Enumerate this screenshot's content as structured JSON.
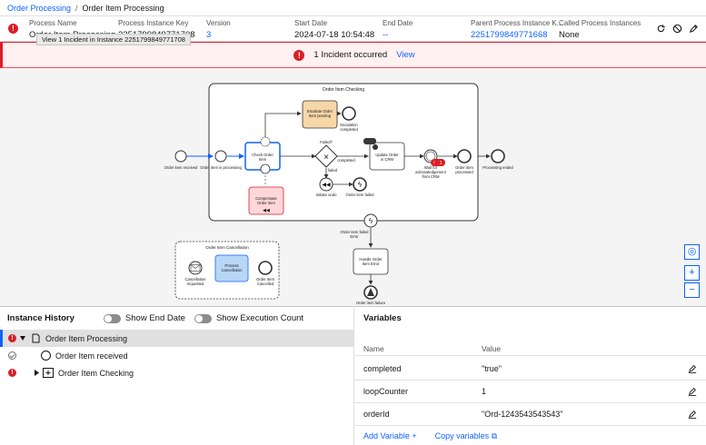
{
  "breadcrumb": {
    "root": "Order Processing",
    "current": "Order Item Processing"
  },
  "header": {
    "columns": [
      {
        "label": "Process Name",
        "value": "Order Item Processing",
        "link": false
      },
      {
        "label": "Process Instance Key",
        "value": "2251799849771708",
        "link": false
      },
      {
        "label": "Version",
        "value": "3",
        "link": true
      },
      {
        "label": "Start Date",
        "value": "2024-07-18 10:54:48",
        "link": false
      },
      {
        "label": "End Date",
        "value": "--",
        "link": false
      },
      {
        "label": "Parent Process Instance K...",
        "value": "2251799849771668",
        "link": true
      },
      {
        "label": "Called Process Instances",
        "value": "None",
        "link": false
      }
    ],
    "tooltip": "View 1 Incident in Instance 2251799849771708",
    "icons": [
      "retry-icon",
      "cancel-icon",
      "modify-icon"
    ]
  },
  "banner": {
    "text": "1 Incident occurred",
    "view": "View"
  },
  "diagram": {
    "labels": {
      "subprocess": "Order Item Checking",
      "received": "Order item received",
      "inprocess": "Order item in processing",
      "check1": "Check Order",
      "check2": "Item",
      "escalate1": "Escalate Order",
      "escalate2": "Item pending",
      "esc_done1": "Escalation",
      "esc_done2": "completed",
      "failed_q": "Failed?",
      "completed": "completed",
      "failed": "failed",
      "initiate": "Initiate undo",
      "item_failed": "Order item failed",
      "update1": "Update Order",
      "update2": "in CRM",
      "wait1": "Wait for",
      "wait2": "acknowledgement",
      "wait3": "from CRM",
      "processed1": "Order item",
      "processed2": "processed",
      "processing_ended": "Processing ended",
      "comp1": "Compensate",
      "comp2": "Order item",
      "incident_badge": "1",
      "failed_err1": "Order item failed",
      "failed_err2": "Error",
      "handle1": "Handle Order",
      "handle2": "Item Error",
      "failure": "Order item failure",
      "cancel_title": "Order Item Cancellation",
      "cancel_req1": "Cancellation",
      "cancel_req2": "requested",
      "process_cancel1": "Process",
      "process_cancel2": "Cancellation",
      "cancelled1": "Order Item",
      "cancelled2": "Cancelled"
    },
    "zoom": {
      "reset": "◎",
      "in": "+",
      "out": "−"
    }
  },
  "history": {
    "title": "Instance History",
    "toggle_end": "Show End Date",
    "toggle_count": "Show Execution Count",
    "rows": [
      "Order Item Processing",
      "Order Item received",
      "Order Item Checking"
    ]
  },
  "variables": {
    "title": "Variables",
    "col_name": "Name",
    "col_value": "Value",
    "rows": [
      {
        "name": "completed",
        "value": "\"true\""
      },
      {
        "name": "loopCounter",
        "value": "1"
      },
      {
        "name": "orderId",
        "value": "\"Ord-1243543543543\""
      }
    ],
    "add": "Add Variable",
    "copy": "Copy variables"
  },
  "colors": {
    "accent": "#0f62fe",
    "error": "#da1e28",
    "escalate_fill": "#f7d6a8",
    "compensate_fill": "#ffd7d9",
    "cancel_task_fill": "#b8d7f5"
  }
}
